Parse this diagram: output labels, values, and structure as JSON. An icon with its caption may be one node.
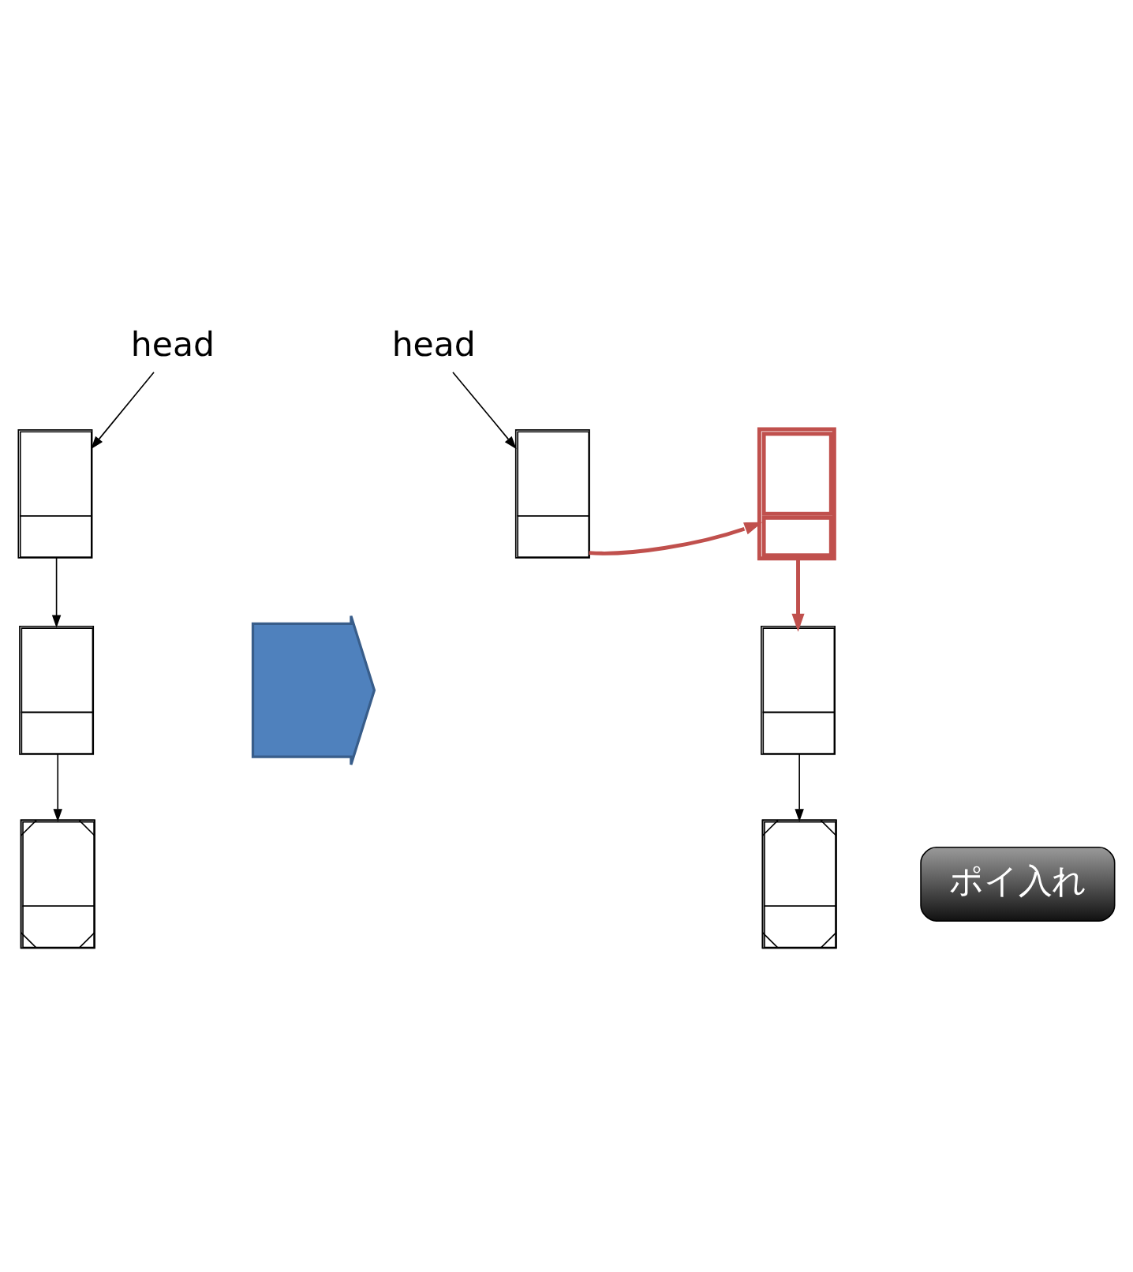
{
  "diagram": {
    "nodes": [
      {
        "text": [
          "head"
        ]
      },
      {
        "text": [],
        "shape": "box"
      },
      {
        "text": [],
        "shape": "box"
      },
      {
        "text": [],
        "shape": "box"
      },
      {
        "text": [],
        "shape": "arrow"
      },
      {
        "text": [
          "head"
        ]
      },
      {
        "text": [],
        "shape": "box"
      },
      {
        "text": [],
        "shape": "box"
      },
      {
        "text": [],
        "shape": "box"
      },
      {
        "text": [],
        "shape": "box"
      },
      {
        "text": [
          "ポイ入れ"
        ]
      }
    ],
    "edges": [
      {
        "from": 0,
        "to": 1,
        "arrow": "to"
      },
      {
        "from": 1,
        "to": 2,
        "arrow": "to"
      },
      {
        "from": 2,
        "to": 3,
        "arrow": "to"
      },
      {
        "from": 5,
        "to": 6,
        "arrow": "to"
      },
      {
        "from": 6,
        "to": 7,
        "arrow": "to",
        "style": "thick",
        "color": "#c0504d"
      },
      {
        "from": 7,
        "to": 8,
        "arrow": "to",
        "style": "thick",
        "color": "#c0504d"
      },
      {
        "from": 8,
        "to": 9,
        "arrow": "to"
      }
    ]
  }
}
